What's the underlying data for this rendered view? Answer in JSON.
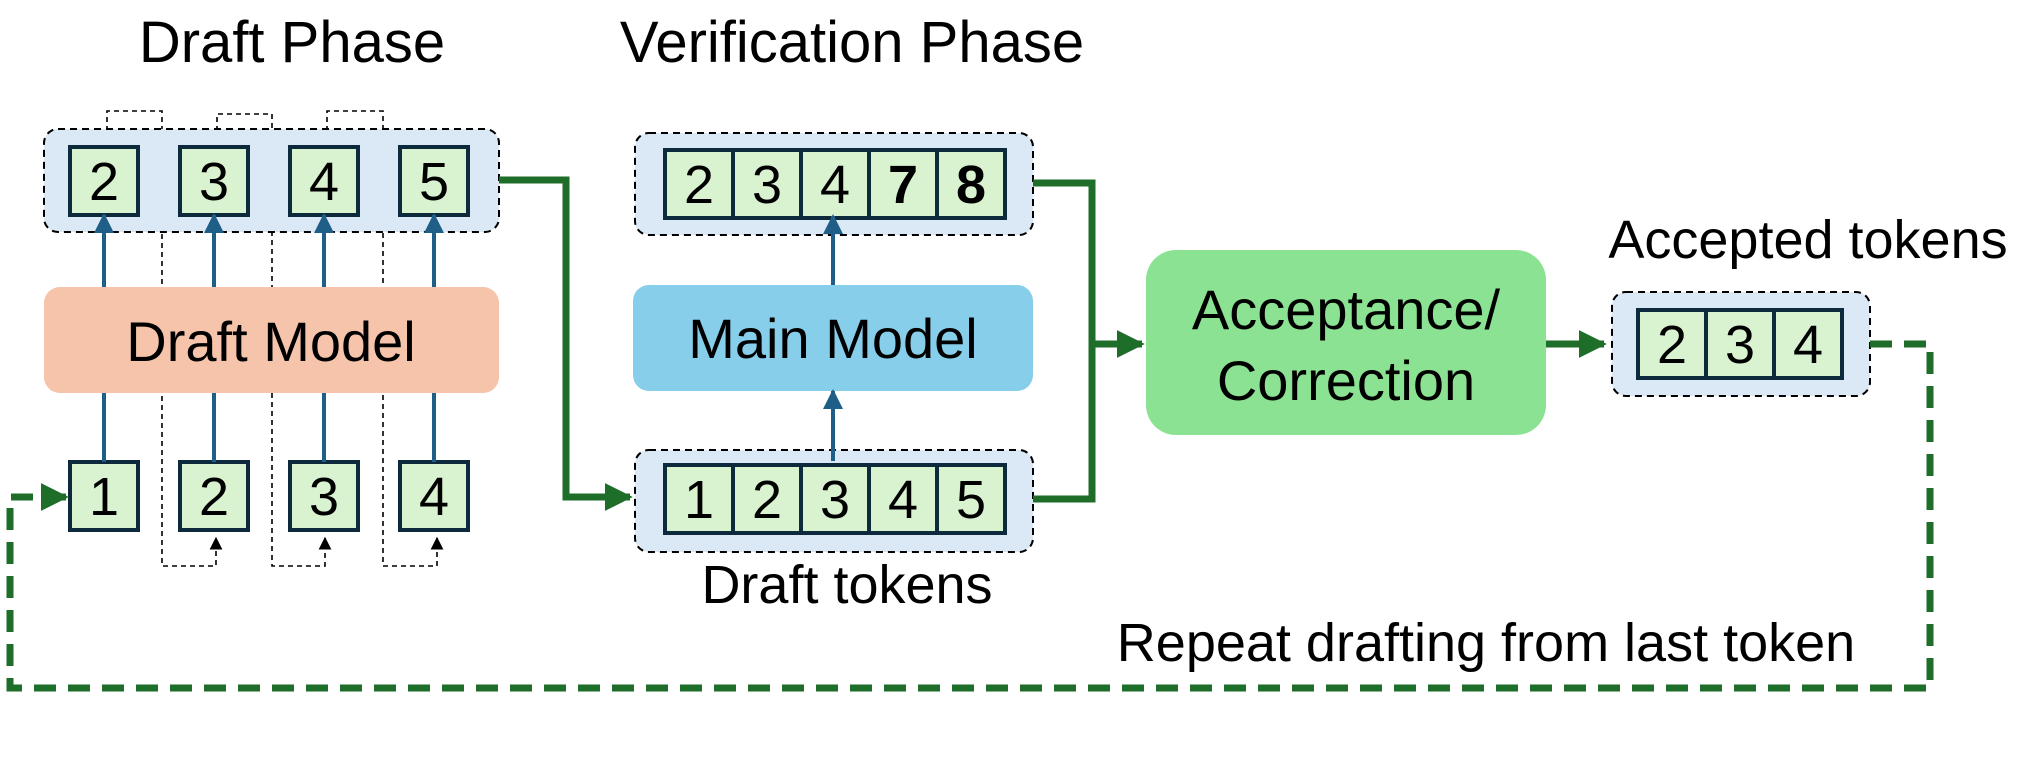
{
  "titles": {
    "draft_phase": "Draft Phase",
    "verification_phase": "Verification Phase"
  },
  "models": {
    "draft": "Draft Model",
    "main": "Main Model",
    "acceptance_line1": "Acceptance/",
    "acceptance_line2": "Correction"
  },
  "labels": {
    "accepted_tokens": "Accepted tokens",
    "draft_tokens": "Draft tokens",
    "repeat": "Repeat drafting from last token"
  },
  "draft_phase": {
    "inputs": [
      "1",
      "2",
      "3",
      "4"
    ],
    "outputs": [
      "2",
      "3",
      "4",
      "5"
    ]
  },
  "verification": {
    "draft_tokens": [
      "1",
      "2",
      "3",
      "4",
      "5"
    ],
    "main_outputs": [
      {
        "text": "2",
        "corrected": false
      },
      {
        "text": "3",
        "corrected": false
      },
      {
        "text": "4",
        "corrected": false
      },
      {
        "text": "7",
        "corrected": true
      },
      {
        "text": "8",
        "corrected": true
      }
    ]
  },
  "accepted_tokens": [
    "2",
    "3",
    "4"
  ],
  "colors": {
    "draft_model": "#f5c4ab",
    "main_model": "#87ceeb",
    "acceptance": "#8be292",
    "token_fill": "#d9f2d0",
    "group_fill": "#dbe8f5",
    "green_arrow": "#1e6e2a",
    "blue_arrow": "#1f5f87",
    "corrected_text": "#e01010"
  }
}
